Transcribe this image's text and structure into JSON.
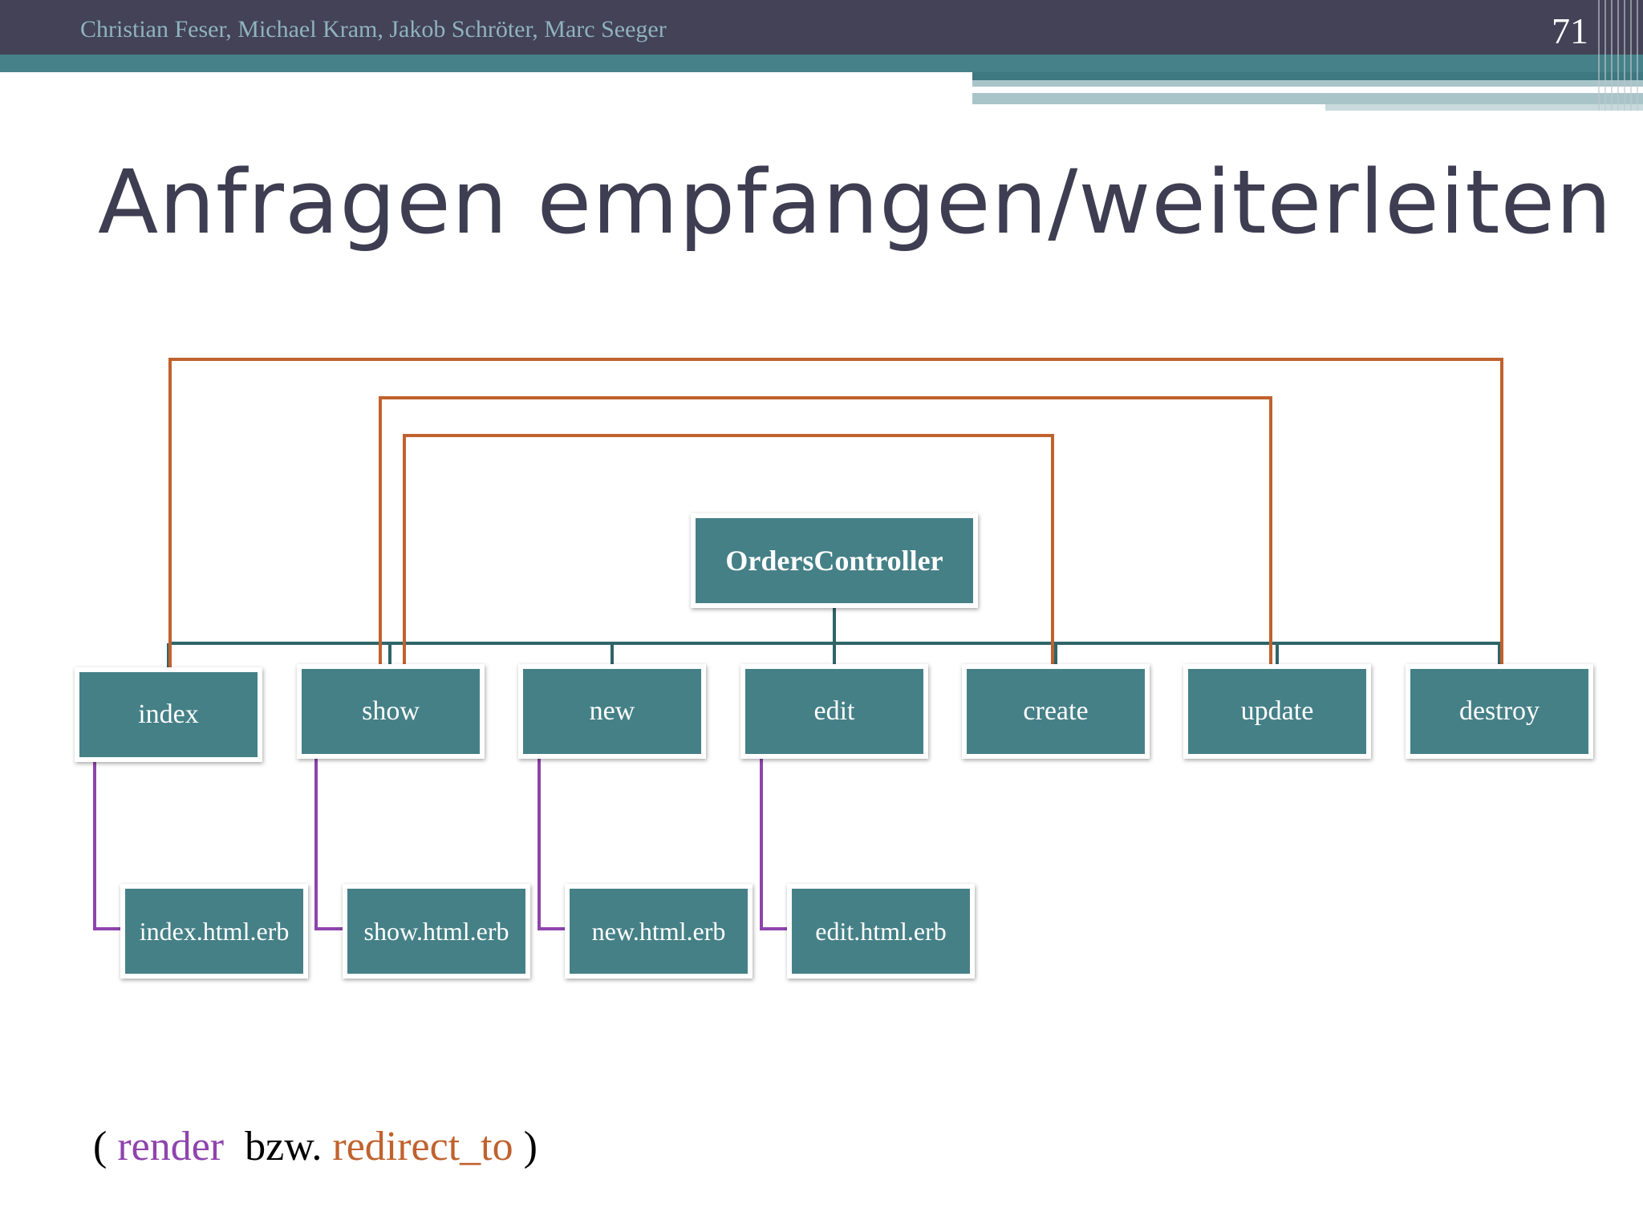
{
  "header": {
    "authors": "Christian Feser, Michael Kram, Jakob Schröter, Marc Seeger",
    "page_number": "71"
  },
  "title": "Anfragen empfangen/weiterleiten",
  "diagram": {
    "controller": "OrdersController",
    "actions": [
      "index",
      "show",
      "new",
      "edit",
      "create",
      "update",
      "destroy"
    ],
    "views": [
      "index.html.erb",
      "show.html.erb",
      "new.html.erb",
      "edit.html.erb"
    ]
  },
  "legend": {
    "open": "( ",
    "render": "render",
    "middle": "  bzw. ",
    "redirect_to": "redirect_to",
    "close": " )"
  },
  "colors": {
    "header": "#434257",
    "node": "#458087",
    "tree_line": "#2f6468",
    "render": "#8e44ad",
    "redirect": "#c0622e",
    "title": "#3e3d52"
  }
}
